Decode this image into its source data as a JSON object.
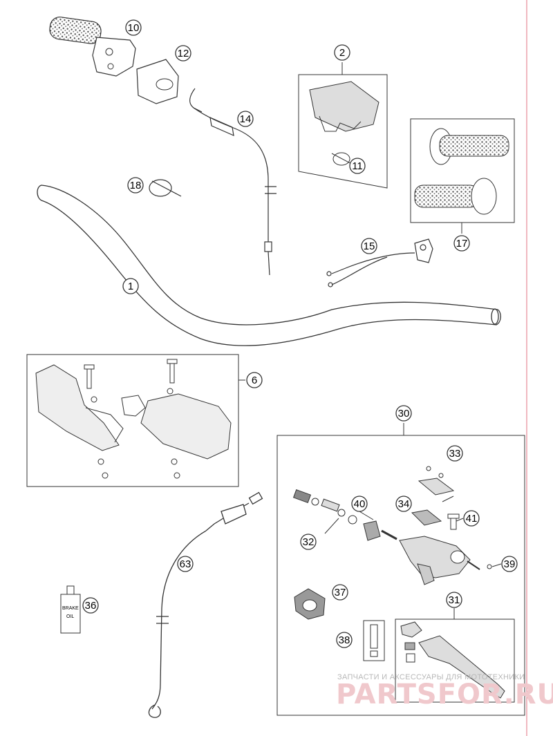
{
  "callouts": {
    "c1": "1",
    "c2": "2",
    "c6": "6",
    "c10": "10",
    "c11": "11",
    "c12": "12",
    "c14": "14",
    "c15": "15",
    "c17": "17",
    "c18": "18",
    "c30": "30",
    "c31": "31",
    "c32": "32",
    "c33": "33",
    "c34": "34",
    "c36": "36",
    "c37": "37",
    "c38": "38",
    "c39": "39",
    "c40": "40",
    "c41": "41",
    "c63": "63"
  },
  "oil_label": {
    "line1": "BRAKE",
    "line2": "OIL"
  },
  "watermark": {
    "tagline": "ЗАПЧАСТИ И АКСЕССУАРЫ ДЛЯ МОТОТЕХНИКИ",
    "brand": "PARTSFOR.RU"
  },
  "colors": {
    "line": "#333333",
    "margin_line": "#e07080",
    "watermark": "#f0c8cc"
  }
}
